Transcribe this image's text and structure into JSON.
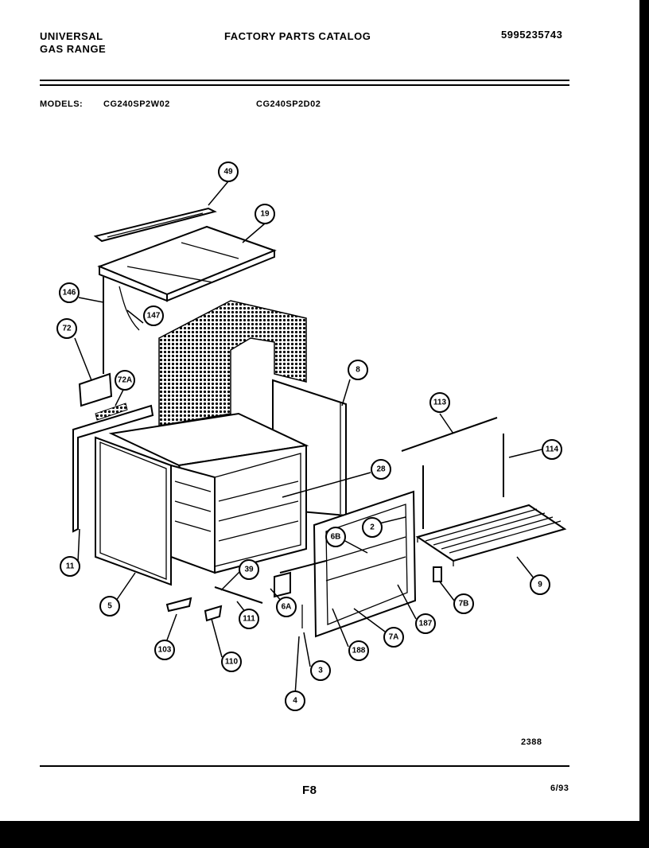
{
  "header": {
    "brand_line1": "UNIVERSAL",
    "brand_line2": "GAS RANGE",
    "catalog_title": "FACTORY PARTS CATALOG",
    "catalog_number": "5995235743",
    "models_label": "MODELS:",
    "model_1": "CG240SP2W02",
    "model_2": "CG240SP2D02"
  },
  "callouts": [
    "49",
    "19",
    "146",
    "147",
    "72",
    "72A",
    "8",
    "113",
    "114",
    "28",
    "2",
    "6B",
    "9",
    "11",
    "5",
    "39",
    "6A",
    "7B",
    "187",
    "111",
    "7A",
    "103",
    "110",
    "188",
    "3",
    "4"
  ],
  "footer": {
    "drawing_number": "2388",
    "page_code": "F8",
    "date": "6/93"
  }
}
